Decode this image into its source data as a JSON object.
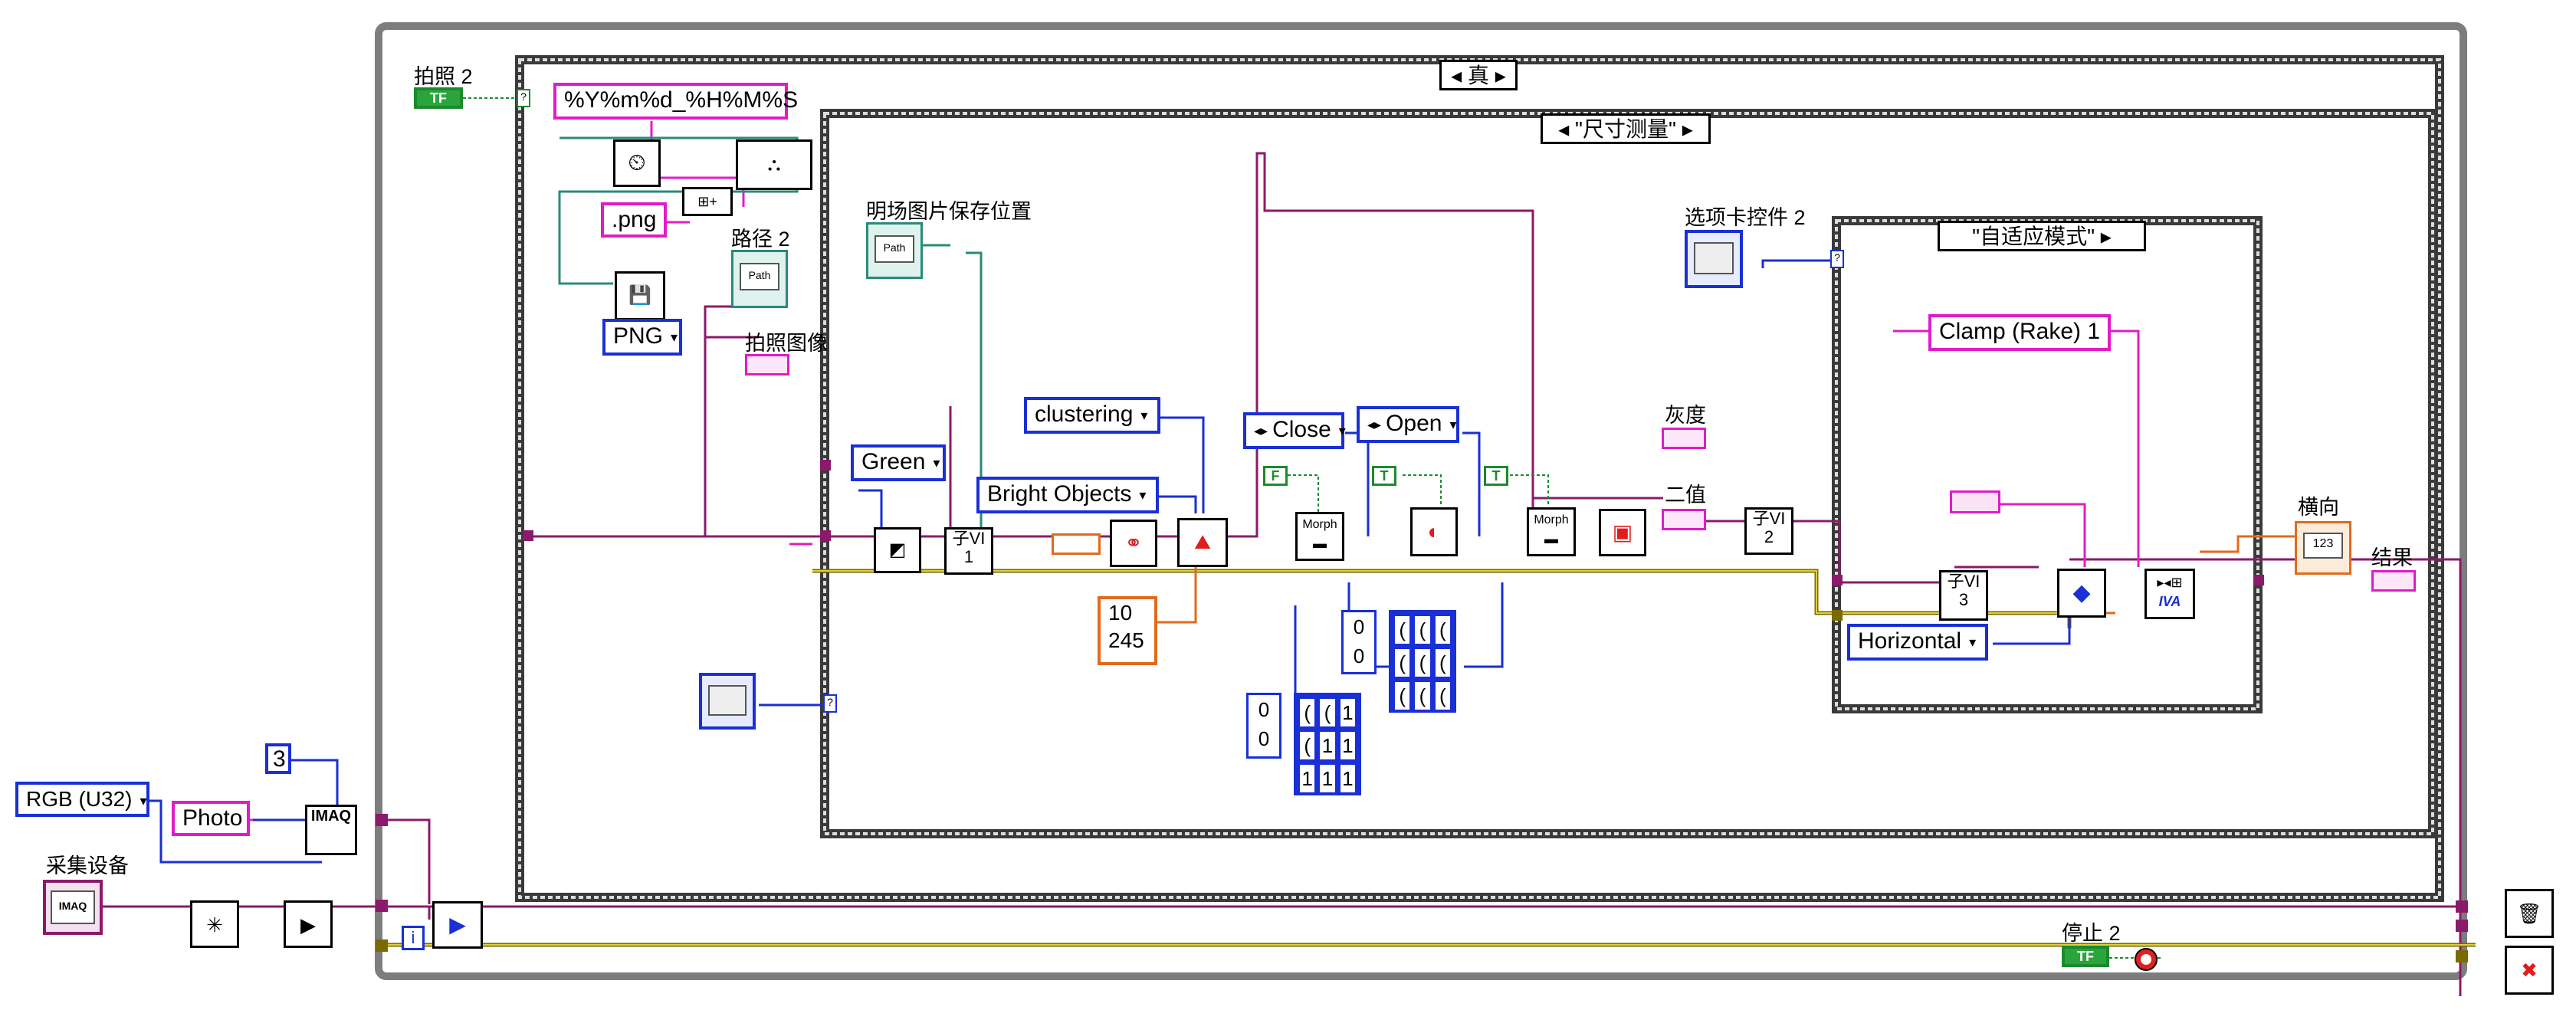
{
  "acquisition": {
    "device_label": "采集设备",
    "image_type": "RGB (U32)",
    "image_name": "Photo",
    "buffer_count": "3"
  },
  "outer_loop": {
    "snap_label": "拍照 2",
    "stop_label": "停止 2",
    "case_selector": "真",
    "iteration_icon": "i"
  },
  "save_section": {
    "format_string": "%Y%m%d_%H%M%S",
    "extension": ".png",
    "path_label": "路径 2",
    "file_type": "PNG",
    "snap_image_label": "拍照图像"
  },
  "measure_case": {
    "selector": "\"尺寸测量\"",
    "bright_save_label": "明场图片保存位置",
    "color_plane": "Green",
    "threshold_method": "clustering",
    "object_type": "Bright Objects",
    "range_values": [
      "10",
      "245"
    ],
    "morph_close": "Close",
    "morph_open": "Open",
    "gray_label": "灰度",
    "binary_label": "二值",
    "subvi_1": "子VI 1",
    "subvi_2": "子VI 2",
    "kernel_a": [
      [
        "0",
        "0"
      ],
      [
        "(",
        "(",
        "("
      ],
      [
        "(",
        "(",
        "("
      ],
      [
        "(",
        "(",
        "("
      ]
    ],
    "kernel_b_side": [
      "0",
      "0"
    ],
    "kernel_b": [
      [
        "(",
        "(",
        "1"
      ],
      [
        "(",
        "1",
        "1"
      ],
      [
        "1",
        "1",
        "1"
      ]
    ],
    "kernel_a_side": [
      "0",
      "0"
    ],
    "kernel_a_grid": [
      [
        "(",
        "(",
        "("
      ],
      [
        "(",
        "(",
        "("
      ],
      [
        "(",
        "(",
        "("
      ]
    ],
    "bool_false": "F",
    "bool_true_1": "T",
    "bool_true_2": "T"
  },
  "tab_case": {
    "tab_label": "选项卡控件 2",
    "selector": "\"自适应模式\"",
    "clamp_name": "Clamp (Rake) 1",
    "direction": "Horizontal",
    "subvi_3": "子VI 3",
    "horizontal_label": "横向",
    "result_label": "结果",
    "numeric_display": "123",
    "iva_label": "IVA"
  },
  "blocks": {
    "imaq_label": "IMAQ",
    "morph_label": "Morph",
    "bool_tf": "TF"
  }
}
